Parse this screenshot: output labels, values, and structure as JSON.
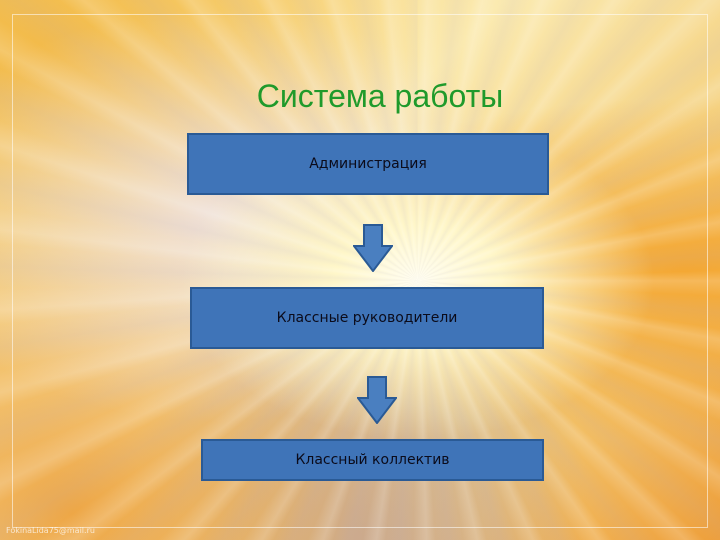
{
  "slide": {
    "title": "Система работы",
    "watermark": "FokinaLida75@mail.ru"
  },
  "diagram": {
    "nodes": [
      {
        "label": "Администрация"
      },
      {
        "label": "Классные руководители"
      },
      {
        "label": "Классный коллектив"
      }
    ],
    "colors": {
      "box_fill": "#3f74b8",
      "box_border": "#2a5a95",
      "arrow_fill": "#4a7fc0",
      "title": "#1f9a2b"
    }
  }
}
